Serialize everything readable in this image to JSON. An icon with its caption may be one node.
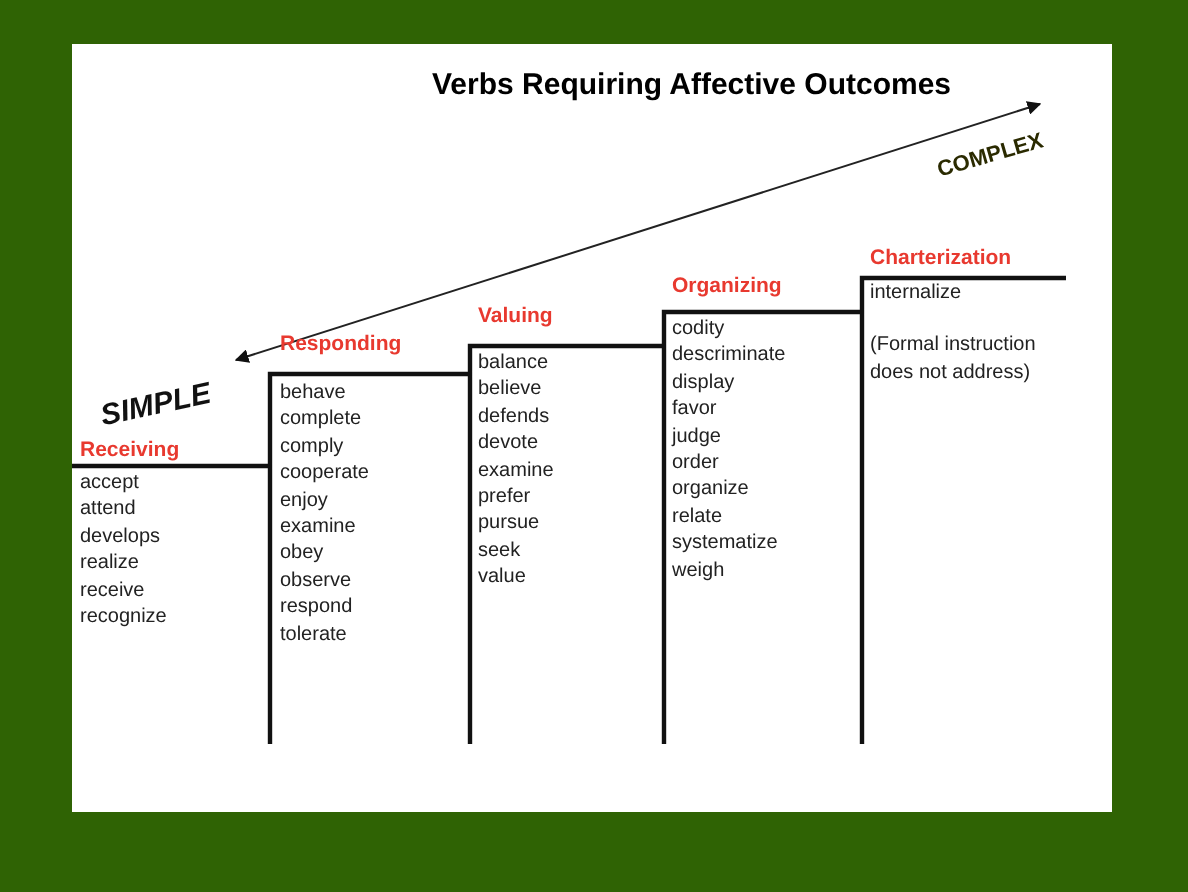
{
  "diagram": {
    "title": "Verbs Requiring Affective Outcomes",
    "nodes": [
      {
        "text": [
          "Receiving",
          "accept",
          "attend",
          "develops",
          "realize",
          "receive",
          "recognize"
        ]
      },
      {
        "text": [
          "Responding",
          "behave",
          "complete",
          "comply",
          "cooperate",
          "enjoy",
          "examine",
          "obey",
          "observe",
          "respond",
          "tolerate"
        ]
      },
      {
        "text": [
          "Valuing",
          "balance",
          "believe",
          "defends",
          "devote",
          "examine",
          "prefer",
          "pursue",
          "seek",
          "value"
        ]
      },
      {
        "text": [
          "Organizing",
          "codity",
          "descriminate",
          "display",
          "favor",
          "judge",
          "order",
          "organize",
          "relate",
          "systematize",
          "weigh"
        ]
      },
      {
        "text": [
          "Charterization",
          "internalize",
          "(Formal instruction does not address)"
        ]
      }
    ],
    "labels": [
      "SIMPLE",
      "COMPLEX"
    ]
  }
}
